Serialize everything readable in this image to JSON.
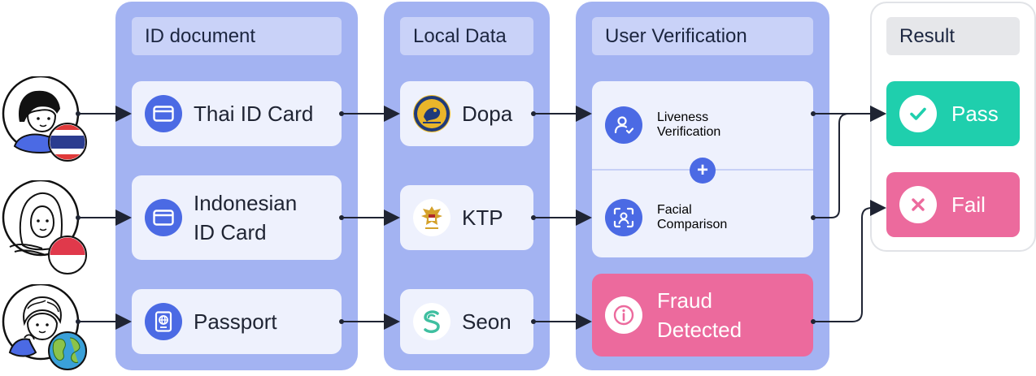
{
  "columns": {
    "id_document": {
      "title": "ID document",
      "items": [
        "Thai ID Card",
        "Indonesian ID Card",
        "Passport"
      ]
    },
    "local_data": {
      "title": "Local Data",
      "items": [
        "Dopa",
        "KTP",
        "Seon"
      ]
    },
    "user_verification": {
      "title": "User Verification",
      "liveness_line1": "Liveness",
      "liveness_line2": "Verification",
      "plus": "+",
      "facial_line1": "Facial",
      "facial_line2": "Comparison",
      "fraud_line1": "Fraud",
      "fraud_line2": "Detected"
    },
    "result": {
      "title": "Result",
      "pass": "Pass",
      "fail": "Fail"
    }
  },
  "id_cards": {
    "thai": "Thai ID Card",
    "indonesian_line1": "Indonesian",
    "indonesian_line2": "ID Card",
    "passport": "Passport"
  },
  "colors": {
    "column_bg": "#a3b3f2",
    "card_bg": "#eef1fd",
    "accent_blue": "#4b6ae4",
    "pass_green": "#1fcfad",
    "fail_pink": "#ec6a9d"
  },
  "icons": [
    "user-thai-avatar",
    "user-indonesian-avatar",
    "user-global-avatar",
    "id-card-icon",
    "passport-icon",
    "dopa-logo",
    "ktp-garuda-logo",
    "seon-logo",
    "liveness-icon",
    "face-scan-icon",
    "info-icon",
    "check-icon",
    "x-icon"
  ]
}
